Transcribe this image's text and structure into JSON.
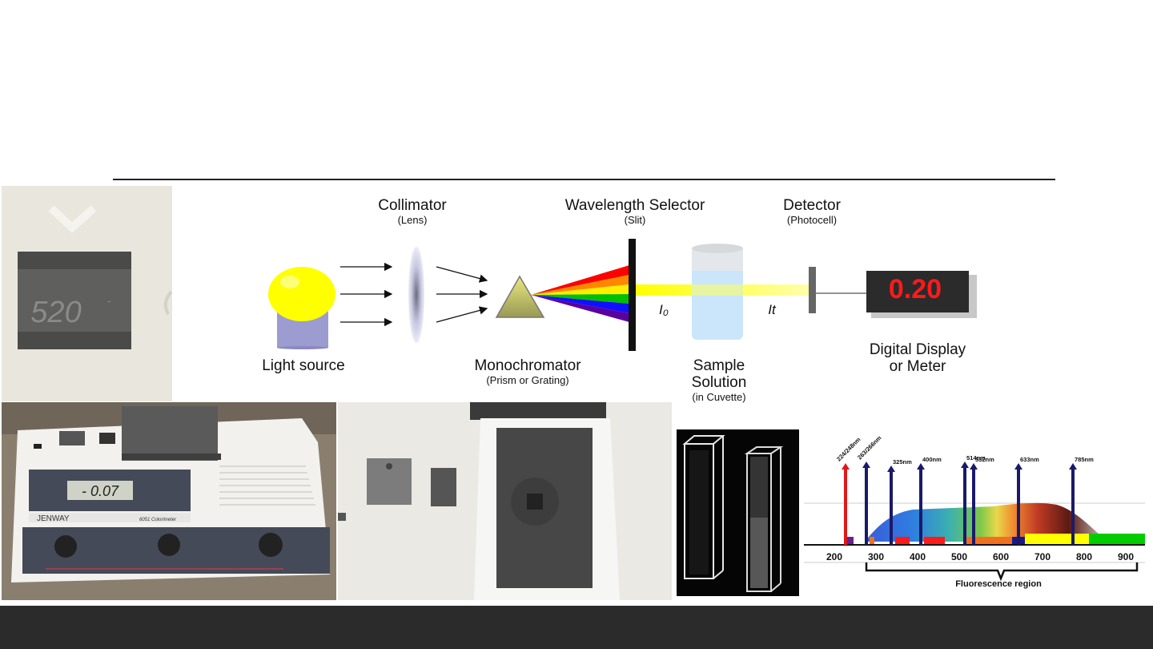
{
  "diagram": {
    "labels": {
      "collimator": "Collimator",
      "collimator_sub": "(Lens)",
      "selector": "Wavelength Selector",
      "selector_sub": "(Slit)",
      "detector": "Detector",
      "detector_sub": "(Photocell)",
      "light_source": "Light source",
      "monochromator": "Monochromator",
      "monochromator_sub": "(Prism or Grating)",
      "sample_line1": "Sample",
      "sample_line2": "Solution",
      "sample_sub": "(in Cuvette)",
      "display_line1": "Digital Display",
      "display_line2": "or Meter",
      "i0": "I₀",
      "it": "It"
    },
    "display_value": "0.20",
    "colors": {
      "bulb": "#ffff00",
      "bulb_base": "#9999cc",
      "beam": "#ffff66",
      "cuvette": "#bfe0f8",
      "display_bg": "#2b2b2b",
      "display_text": "#ff1a1a",
      "spectrum": [
        "#ff0000",
        "#ff8800",
        "#ffee00",
        "#00cc00",
        "#0000ff",
        "#5a00a0"
      ]
    }
  },
  "photos": {
    "wavelength_dial": {
      "reading": "520"
    },
    "colorimeter": {
      "display": "- 0.07",
      "brand": "JENWAY",
      "model": "6051 Colorimeter"
    }
  },
  "fluorescence_chart": {
    "laser_lines": [
      "224/248nm",
      "263/266nm",
      "325nm",
      "400nm",
      "514nm",
      "532nm",
      "633nm",
      "785nm"
    ],
    "x_ticks": [
      "200",
      "300",
      "400",
      "500",
      "600",
      "700",
      "800",
      "900"
    ],
    "region_label": "Fluorescence region"
  }
}
